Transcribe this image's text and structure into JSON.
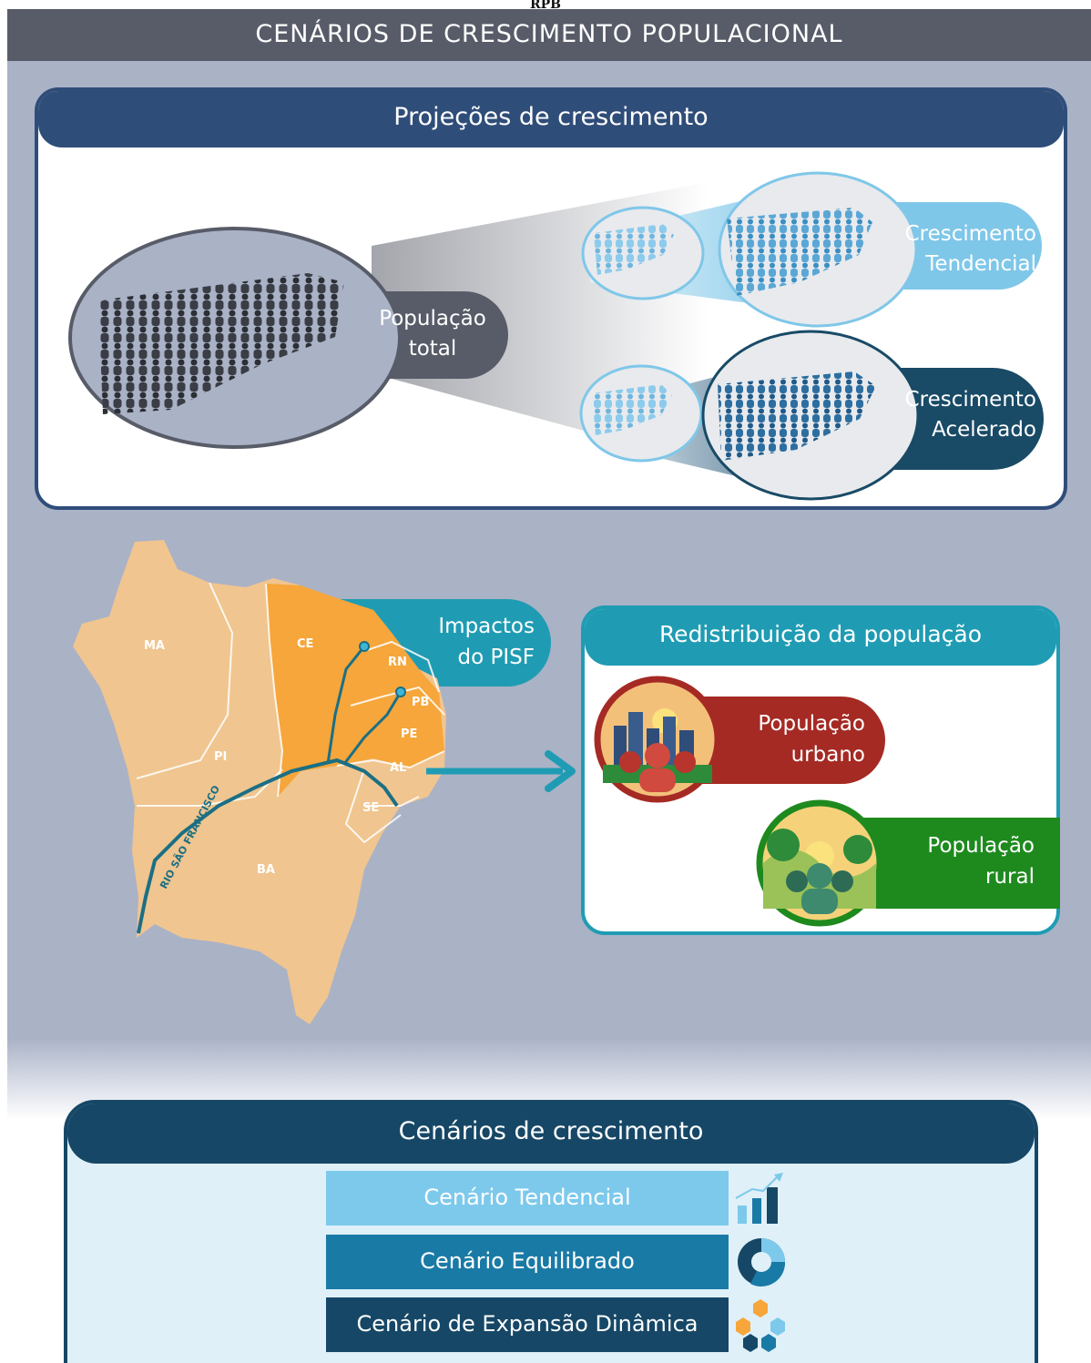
{
  "top_code": "RPB",
  "header": {
    "title": "CENÁRIOS DE CRESCIMENTO POPULACIONAL"
  },
  "projections": {
    "title": "Projeções de crescimento",
    "total": {
      "line1": "População",
      "line2": "total"
    },
    "tendencial": {
      "line1": "Crescimento",
      "line2": "Tendencial"
    },
    "acelerado": {
      "line1": "Crescimento",
      "line2": "Acelerado"
    }
  },
  "map": {
    "impact": {
      "line1": "Impactos",
      "line2": "do PISF"
    },
    "states": {
      "ma": "MA",
      "pi": "PI",
      "ce": "CE",
      "rn": "RN",
      "pb": "PB",
      "pe": "PE",
      "al": "AL",
      "se": "SE",
      "ba": "BA"
    },
    "river_label": "RIO SÃO FRANCISCO"
  },
  "redistribution": {
    "title": "Redistribuição da população",
    "urban": {
      "line1": "População",
      "line2": "urbano"
    },
    "rural": {
      "line1": "População",
      "line2": "rural"
    }
  },
  "scenarios": {
    "title": "Cenários de crescimento",
    "items": [
      {
        "label": "Cenário Tendencial",
        "color": "#7dc9ec",
        "icon": "bar-chart-icon"
      },
      {
        "label": "Cenário Equilibrado",
        "color": "#1a7aa6",
        "icon": "donut-chart-icon"
      },
      {
        "label": "Cenário de Expansão Dinâmica",
        "color": "#164766",
        "icon": "cycle-hexagons-icon"
      }
    ]
  },
  "colors": {
    "header": "#585c68",
    "projections": "#2f4d79",
    "redistribution": "#1f9cb3",
    "urban": "#a52a24",
    "rural": "#1e8a1e",
    "scenarios": "#164766",
    "map_region": "#f0c58f",
    "pisf_region": "#f6a63a",
    "river": "#1b6f84"
  }
}
